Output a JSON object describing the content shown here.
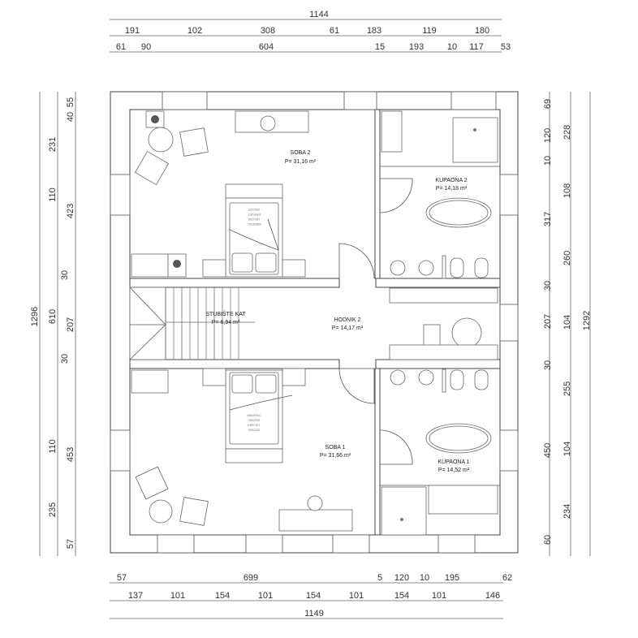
{
  "rooms": {
    "soba2": {
      "name": "SOBA 2",
      "area": "P= 31,16 m²"
    },
    "kupaona2": {
      "name": "KUPAONA 2",
      "area": "P= 14,18 m²"
    },
    "stubiste": {
      "name": "STUBIŠTE KAT",
      "area": "P= 6,94 m²"
    },
    "hodnik2": {
      "name": "HODNIK 2",
      "area": "P= 14,17 m²"
    },
    "soba1": {
      "name": "SOBA 1",
      "area": "P= 31,66 m²"
    },
    "kupaona1": {
      "name": "KUPAONA 1",
      "area": "P= 14,52 m²"
    }
  },
  "bed_notes": {
    "bed1": [
      "MADRAC",
      "180/200",
      "KREVET",
      "205/220"
    ],
    "bed2": [
      "MADRAC",
      "180/200",
      "KREVET",
      "205/220"
    ]
  },
  "dimensions": {
    "top": {
      "total": "1144",
      "row2": [
        "191",
        "102",
        "308",
        "61",
        "183",
        "119",
        "180"
      ],
      "row3": [
        "61",
        "90",
        "604",
        "15",
        "193",
        "10",
        "117",
        "53"
      ]
    },
    "bottom": {
      "row1": [
        "57",
        "699",
        "5",
        "120",
        "10",
        "195",
        "62"
      ],
      "row2": [
        "137",
        "101",
        "154",
        "101",
        "154",
        "101",
        "154",
        "101",
        "146"
      ],
      "total": "1149"
    },
    "left": {
      "total": "1296",
      "col2": [
        "231",
        "110",
        "610",
        "110",
        "235"
      ],
      "col3": [
        "55",
        "40",
        "423",
        "30",
        "207",
        "30",
        "453",
        "57"
      ]
    },
    "right": {
      "col1": [
        "69",
        "120",
        "10",
        "317",
        "30",
        "207",
        "30",
        "450",
        "60"
      ],
      "col2": [
        "228",
        "108",
        "260",
        "104",
        "255",
        "104",
        "234"
      ],
      "total": "1292"
    }
  }
}
